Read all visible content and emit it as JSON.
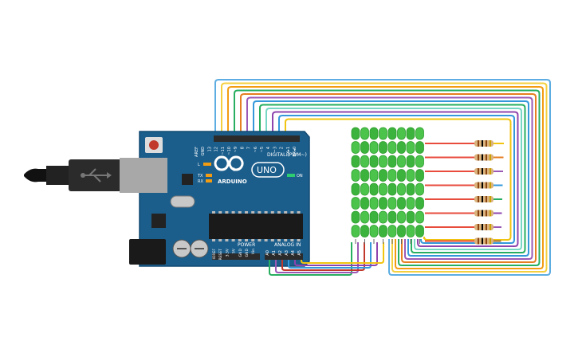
{
  "board": {
    "brand_text": "ARDUINO",
    "model_text": "UNO",
    "header_digital": "DIGITAL (PWM~)",
    "header_power": "POWER",
    "header_analog": "ANALOG IN",
    "on_label": "ON",
    "tx_label": "TX",
    "rx_label": "RX",
    "pin_label_l": "L",
    "digital_pins": [
      "AREF",
      "GND",
      "13",
      "12",
      "~11",
      "~10",
      "~9",
      "8",
      "7",
      "~6",
      "~5",
      "4",
      "~3",
      "2",
      "TX▸1",
      "RX◂0"
    ],
    "power_pins": [
      "IOREF",
      "RESET",
      "3.3V",
      "5V",
      "GND",
      "GND",
      "Vin"
    ],
    "analog_pins": [
      "A0",
      "A1",
      "A2",
      "A3",
      "A4",
      "A5"
    ],
    "colors": {
      "pcb": "#1b5e8c",
      "pcb_edge": "#134a72",
      "header": "#2b2b2b",
      "usb": "#a8a8a8",
      "reset_button": "#c0392b"
    }
  },
  "led_matrix": {
    "rows": 8,
    "cols": 8,
    "colors": {
      "dark": "#2e9e2e",
      "light": "#4cc44c",
      "mid": "#3cb33c"
    }
  },
  "resistors": {
    "count": 8,
    "colors": {
      "body": "#d9b27c",
      "band1": "#8b4513",
      "band2": "#000000",
      "band3": "#8b4513",
      "band4": "#c8a000"
    }
  },
  "wires": {
    "row_colors": [
      "#f1c40f",
      "#e67e22",
      "#9b59b6",
      "#3498db",
      "#27ae60",
      "#8e44ad",
      "#9b59b6",
      "#9e6b3b"
    ],
    "resistor_leads": "#e74c3c",
    "loop_colors": [
      "#5dade2",
      "#f4d03f",
      "#f39c12",
      "#27ae60",
      "#9b59b6",
      "#3498db",
      "#76d7c4",
      "#8e44ad"
    ],
    "analog_colors": [
      "#27ae60",
      "#9b59b6",
      "#c0392b",
      "#3498db",
      "#8e44ad",
      "#f1c40f"
    ]
  }
}
